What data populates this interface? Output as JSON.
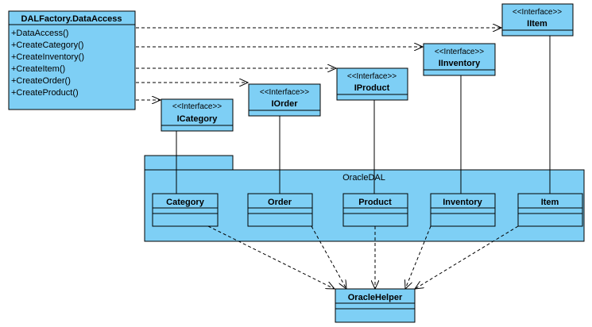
{
  "factory": {
    "name": "DALFactory.DataAccess",
    "methods": [
      "+DataAccess()",
      "+CreateCategory()",
      "+CreateInventory()",
      "+CreateItem()",
      "+CreateOrder()",
      "+CreateProduct()"
    ]
  },
  "stereotype": "<<Interface>>",
  "interfaces": [
    {
      "name": "ICategory"
    },
    {
      "name": "IOrder"
    },
    {
      "name": "IProduct"
    },
    {
      "name": "IInventory"
    },
    {
      "name": "IItem"
    }
  ],
  "package": {
    "name": "OracleDAL",
    "classes": [
      "Category",
      "Order",
      "Product",
      "Inventory",
      "Item"
    ]
  },
  "helper": {
    "name": "OracleHelper"
  },
  "colors": {
    "fill": "#7ecff5",
    "stroke": "#000000",
    "background": "#ffffff"
  }
}
